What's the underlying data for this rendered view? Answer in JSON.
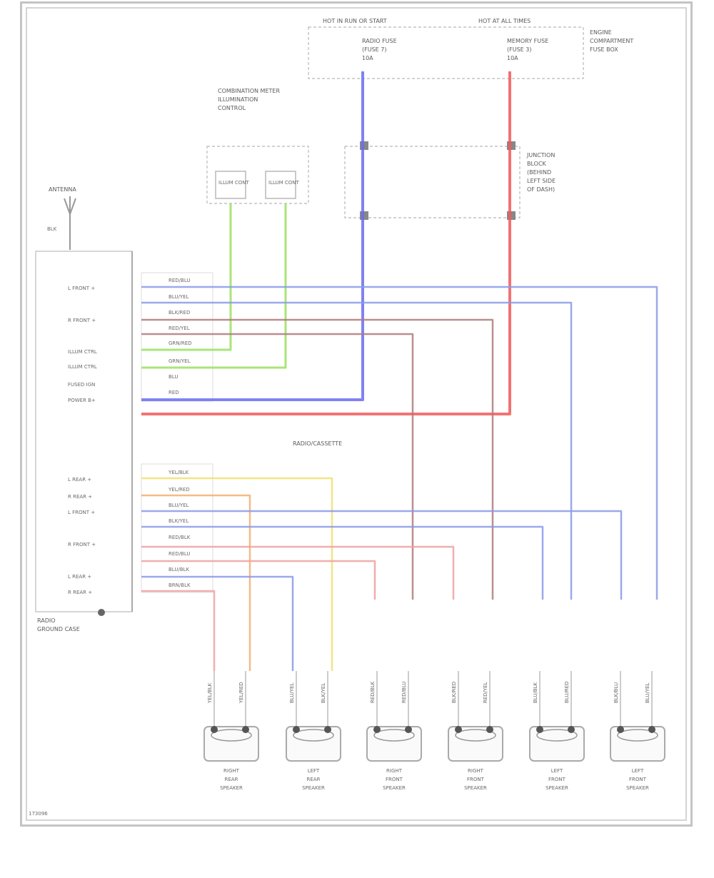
{
  "diagram": {
    "figure_id": "173096",
    "top_fuse_box_labels": [
      "HOT IN RUN OR START",
      "HOT AT ALL TIMES"
    ],
    "fuse_1": [
      "RADIO FUSE",
      "(FUSE 7)",
      "10A"
    ],
    "fuse_2": [
      "MEMORY FUSE",
      "(FUSE 3)",
      "10A"
    ],
    "engine_compartment_label": [
      "ENGINE",
      "COMPARTMENT",
      "FUSE BOX"
    ],
    "illumination_label": [
      "COMBINATION METER",
      "ILLUMINATION",
      "CONTROL"
    ],
    "illumination_terminals": [
      "ILLUM CONT",
      "ILLUM CONT"
    ],
    "junction_label": [
      "JUNCTION",
      "BLOCK",
      "(BEHIND",
      "LEFT SIDE",
      "OF DASH)"
    ],
    "antenna_label": "ANTENNA",
    "antenna_wire": "BLK",
    "radio_left_labels_upper": [
      "L FRONT +",
      "R FRONT +",
      "ILLUM CTRL",
      "ILLUM CTRL",
      "FUSED IGN",
      "POWER B+"
    ],
    "radio_left_labels_lower": [
      "L REAR +",
      "R REAR +",
      "L FRONT +",
      "R FRONT +",
      "L REAR +",
      "R REAR +"
    ],
    "radio_wires_upper": [
      "RED/BLU",
      "BLU/YEL",
      "BLK/RED",
      "RED/YEL",
      "GRN/RED",
      "GRN/YEL",
      "BLU",
      "RED"
    ],
    "radio_wires_lower": [
      "YEL/BLK",
      "YEL/RED",
      "BLU/YEL",
      "BLK/YEL",
      "RED/BLK",
      "RED/BLU",
      "BLU/BLK",
      "BRN/BLK"
    ],
    "radio_ground_label": [
      "RADIO",
      "GROUND CASE"
    ],
    "center_label": "RADIO/CASSETTE",
    "wire_colors": {
      "blue": "#6a6cf0",
      "red": "#f05a5a",
      "green": "#9be060",
      "lightblue": "#8a9ae8",
      "brown": "#b07a7a",
      "yellow": "#f0e070",
      "orange": "#f0b070",
      "pink": "#f0a0a0"
    },
    "speakers": [
      {
        "label": [
          "RIGHT",
          "REAR",
          "SPEAKER"
        ],
        "wires": [
          "YEL/BLK",
          "YEL/RED"
        ]
      },
      {
        "label": [
          "LEFT",
          "REAR",
          "SPEAKER"
        ],
        "wires": [
          "BLU/YEL",
          "BLK/YEL"
        ]
      },
      {
        "label": [
          "RIGHT",
          "FRONT",
          "SPEAKER"
        ],
        "wires": [
          "RED/BLK",
          "RED/BLU"
        ]
      },
      {
        "label": [
          "RIGHT",
          "FRONT",
          "SPEAKER"
        ],
        "wires": [
          "BLK/RED",
          "RED/YEL"
        ]
      },
      {
        "label": [
          "LEFT",
          "FRONT",
          "SPEAKER"
        ],
        "wires": [
          "BLU/BLK",
          "BLU/RED"
        ]
      },
      {
        "label": [
          "LEFT",
          "FRONT",
          "SPEAKER"
        ],
        "wires": [
          "BLK/BLU",
          "BLU/YEL"
        ]
      }
    ]
  }
}
